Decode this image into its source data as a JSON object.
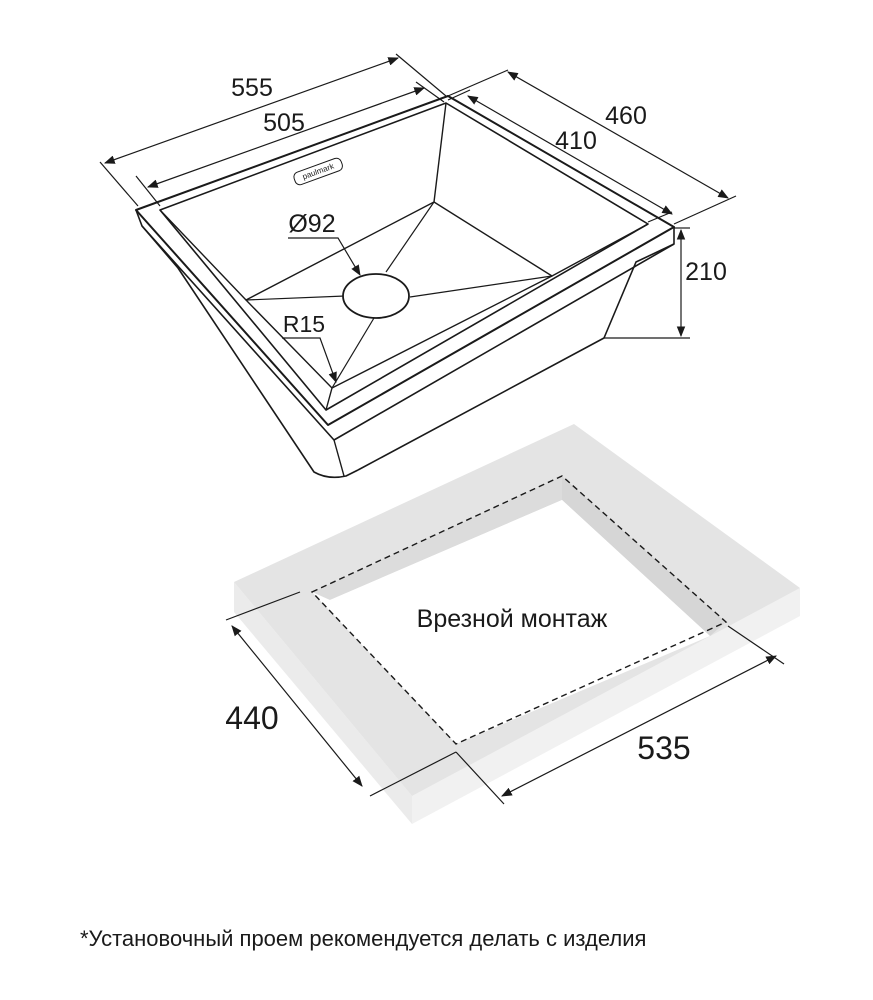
{
  "brand": "paulmark",
  "dimensions": {
    "outer_width": "555",
    "inner_width": "505",
    "outer_depth": "460",
    "inner_depth": "410",
    "height": "210",
    "drain_diameter": "Ø92",
    "corner_radius": "R15",
    "cutout_depth": "440",
    "cutout_width": "535"
  },
  "cutout_label": "Врезной монтаж",
  "footnote": "*Установочный проем рекомендуется делать с изделия"
}
